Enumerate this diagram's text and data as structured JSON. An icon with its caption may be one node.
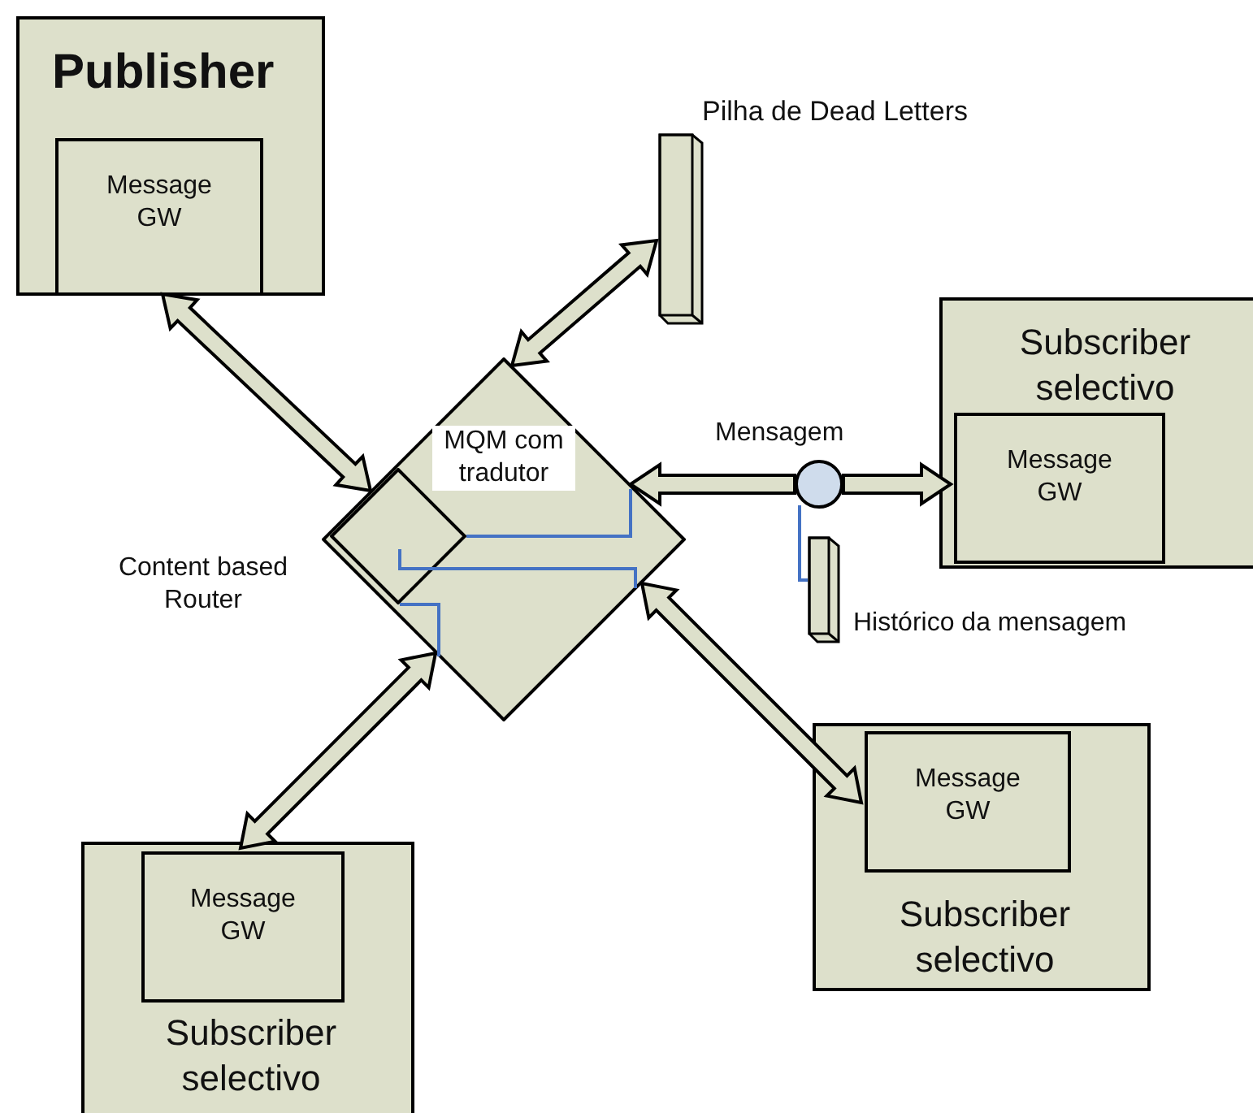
{
  "diagram": {
    "nodes": [
      {
        "text": [
          "Publisher"
        ]
      },
      {
        "text": [
          "Message GW"
        ],
        "in": 0
      },
      {
        "text": [
          "Pilha de Dead Letters"
        ]
      },
      {
        "text": [
          "Subscriber selectivo"
        ]
      },
      {
        "text": [
          "Message GW"
        ],
        "in": 3
      },
      {
        "text": [
          "MQM com tradutor"
        ],
        "beside": [
          "Content based Router"
        ]
      },
      {
        "text": [],
        "shape": "diamond",
        "in": 5
      },
      {
        "text": [
          "Mensagem"
        ]
      },
      {
        "text": [
          "Histórico da mensagem"
        ]
      },
      {
        "text": [
          "Subscriber selectivo"
        ]
      },
      {
        "text": [
          "Message GW"
        ],
        "in": 9
      },
      {
        "text": [
          "Subscriber selectivo"
        ]
      },
      {
        "text": [
          "Message GW"
        ],
        "in": 11
      }
    ],
    "edges": [
      {
        "from": 1,
        "to": 5,
        "arrow": "both"
      },
      {
        "from": 5,
        "to": 2,
        "arrow": "both"
      },
      {
        "from": 7,
        "to": 5,
        "arrow": "to"
      },
      {
        "from": 7,
        "to": 4,
        "arrow": "to"
      },
      {
        "from": 5,
        "to": 10,
        "arrow": "both"
      },
      {
        "from": 5,
        "to": 12,
        "arrow": "both"
      },
      {
        "from": 7,
        "to": 8,
        "arrow": "none",
        "color": "#4472c4"
      },
      {
        "from": 6,
        "to": null,
        "arrow": "none",
        "color": "#4472c4"
      },
      {
        "from": 6,
        "to": null,
        "arrow": "none",
        "color": "#4472c4"
      },
      {
        "from": 6,
        "to": null,
        "arrow": "none",
        "color": "#4472c4"
      }
    ]
  }
}
